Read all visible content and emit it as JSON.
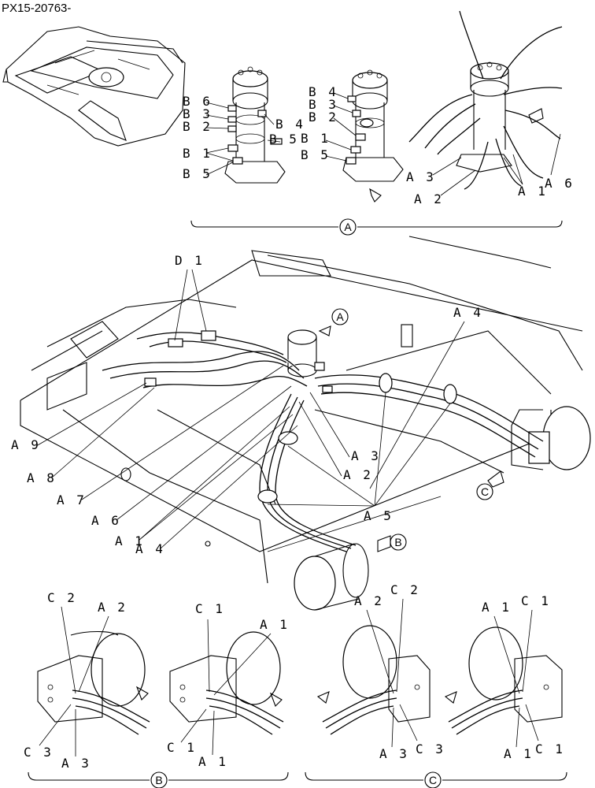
{
  "header": {
    "part_code": "PX15-20763-"
  },
  "sections": {
    "A": "A",
    "B": "B",
    "C": "C"
  },
  "labels": {
    "top_left": {
      "b6": "B 6",
      "b3": "B 3",
      "b2": "B 2",
      "b1": "B 1",
      "b5": "B 5",
      "b4": "B 4",
      "b5r": "B 5"
    },
    "top_mid": {
      "b4": "B 4",
      "b3": "B 3",
      "b2": "B 2",
      "b1": "B 1",
      "b5": "B 5"
    },
    "top_right": {
      "a3": "A 3",
      "a2": "A 2",
      "a1": "A 1",
      "a6": "A 6"
    },
    "main": {
      "d1": "D 1",
      "a4_top": "A 4",
      "a9": "A 9",
      "a8": "A 8",
      "a7": "A 7",
      "a6": "A 6",
      "a1": "A 1",
      "a4": "A 4",
      "a3": "A 3",
      "a2": "A 2",
      "a5": "A 5"
    },
    "detail_b1": {
      "c2": "C 2",
      "a2": "A 2",
      "c3": "C 3",
      "a3": "A 3"
    },
    "detail_b2": {
      "c1": "C 1",
      "a1": "A 1",
      "c1b": "C 1",
      "a1b": "A 1"
    },
    "detail_c1": {
      "a2": "A 2",
      "c2": "C 2",
      "a3": "A 3",
      "c3": "C 3"
    },
    "detail_c2": {
      "a1": "A 1",
      "c1": "C 1",
      "a1b": "A 1",
      "c1b": "C 1"
    }
  }
}
